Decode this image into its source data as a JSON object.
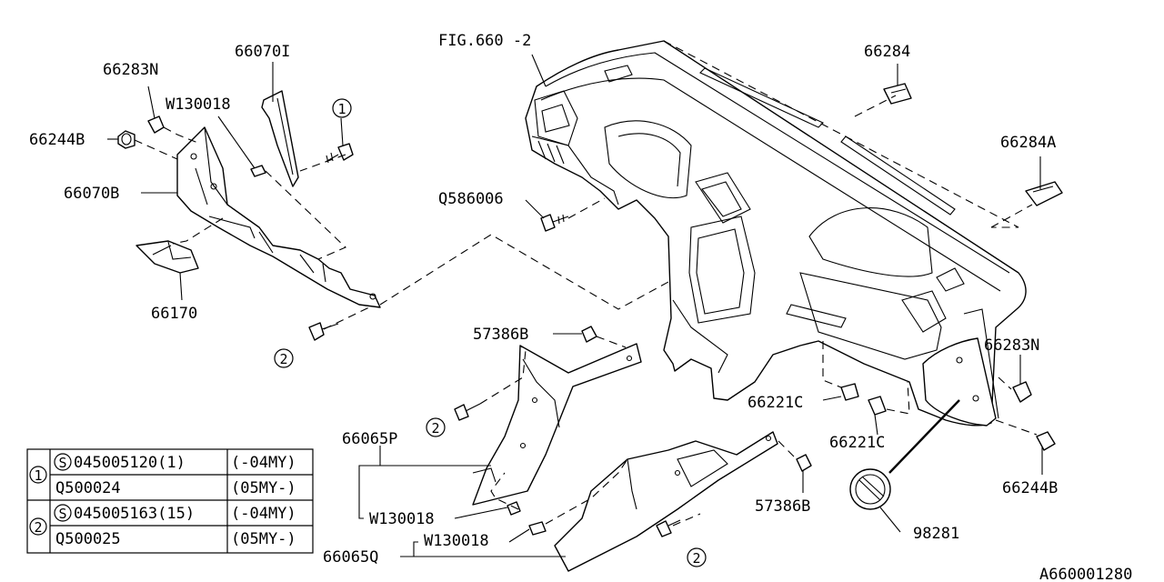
{
  "fig_ref": "FIG.660 -2",
  "diagram_id": "A660001280",
  "parts": {
    "p66070I": "66070I",
    "p66283N_left": "66283N",
    "pW130018_top": "W130018",
    "p66244B_left": "66244B",
    "p66070B": "66070B",
    "p66170": "66170",
    "pQ586006": "Q586006",
    "p66284": "66284",
    "p66284A": "66284A",
    "p57386B_top": "57386B",
    "p66283N_right": "66283N",
    "p66221C_a": "66221C",
    "p66221C_b": "66221C",
    "p66244B_right": "66244B",
    "p66065P": "66065P",
    "pW130018_mid": "W130018",
    "pW130018_low": "W130018",
    "p57386B_low": "57386B",
    "p66065Q": "66065Q",
    "p98281": "98281"
  },
  "callouts": {
    "c1": "1",
    "c2": "2"
  },
  "legend": {
    "s_mark": "S",
    "rows": [
      {
        "group": "1",
        "part": "045005120(1)",
        "range": "(-04MY)",
        "standard": true
      },
      {
        "group": "1",
        "part": "Q500024",
        "range": "(05MY-)",
        "standard": false
      },
      {
        "group": "2",
        "part": "045005163(15)",
        "range": "(-04MY)",
        "standard": true
      },
      {
        "group": "2",
        "part": "Q500025",
        "range": "(05MY-)",
        "standard": false
      }
    ]
  }
}
